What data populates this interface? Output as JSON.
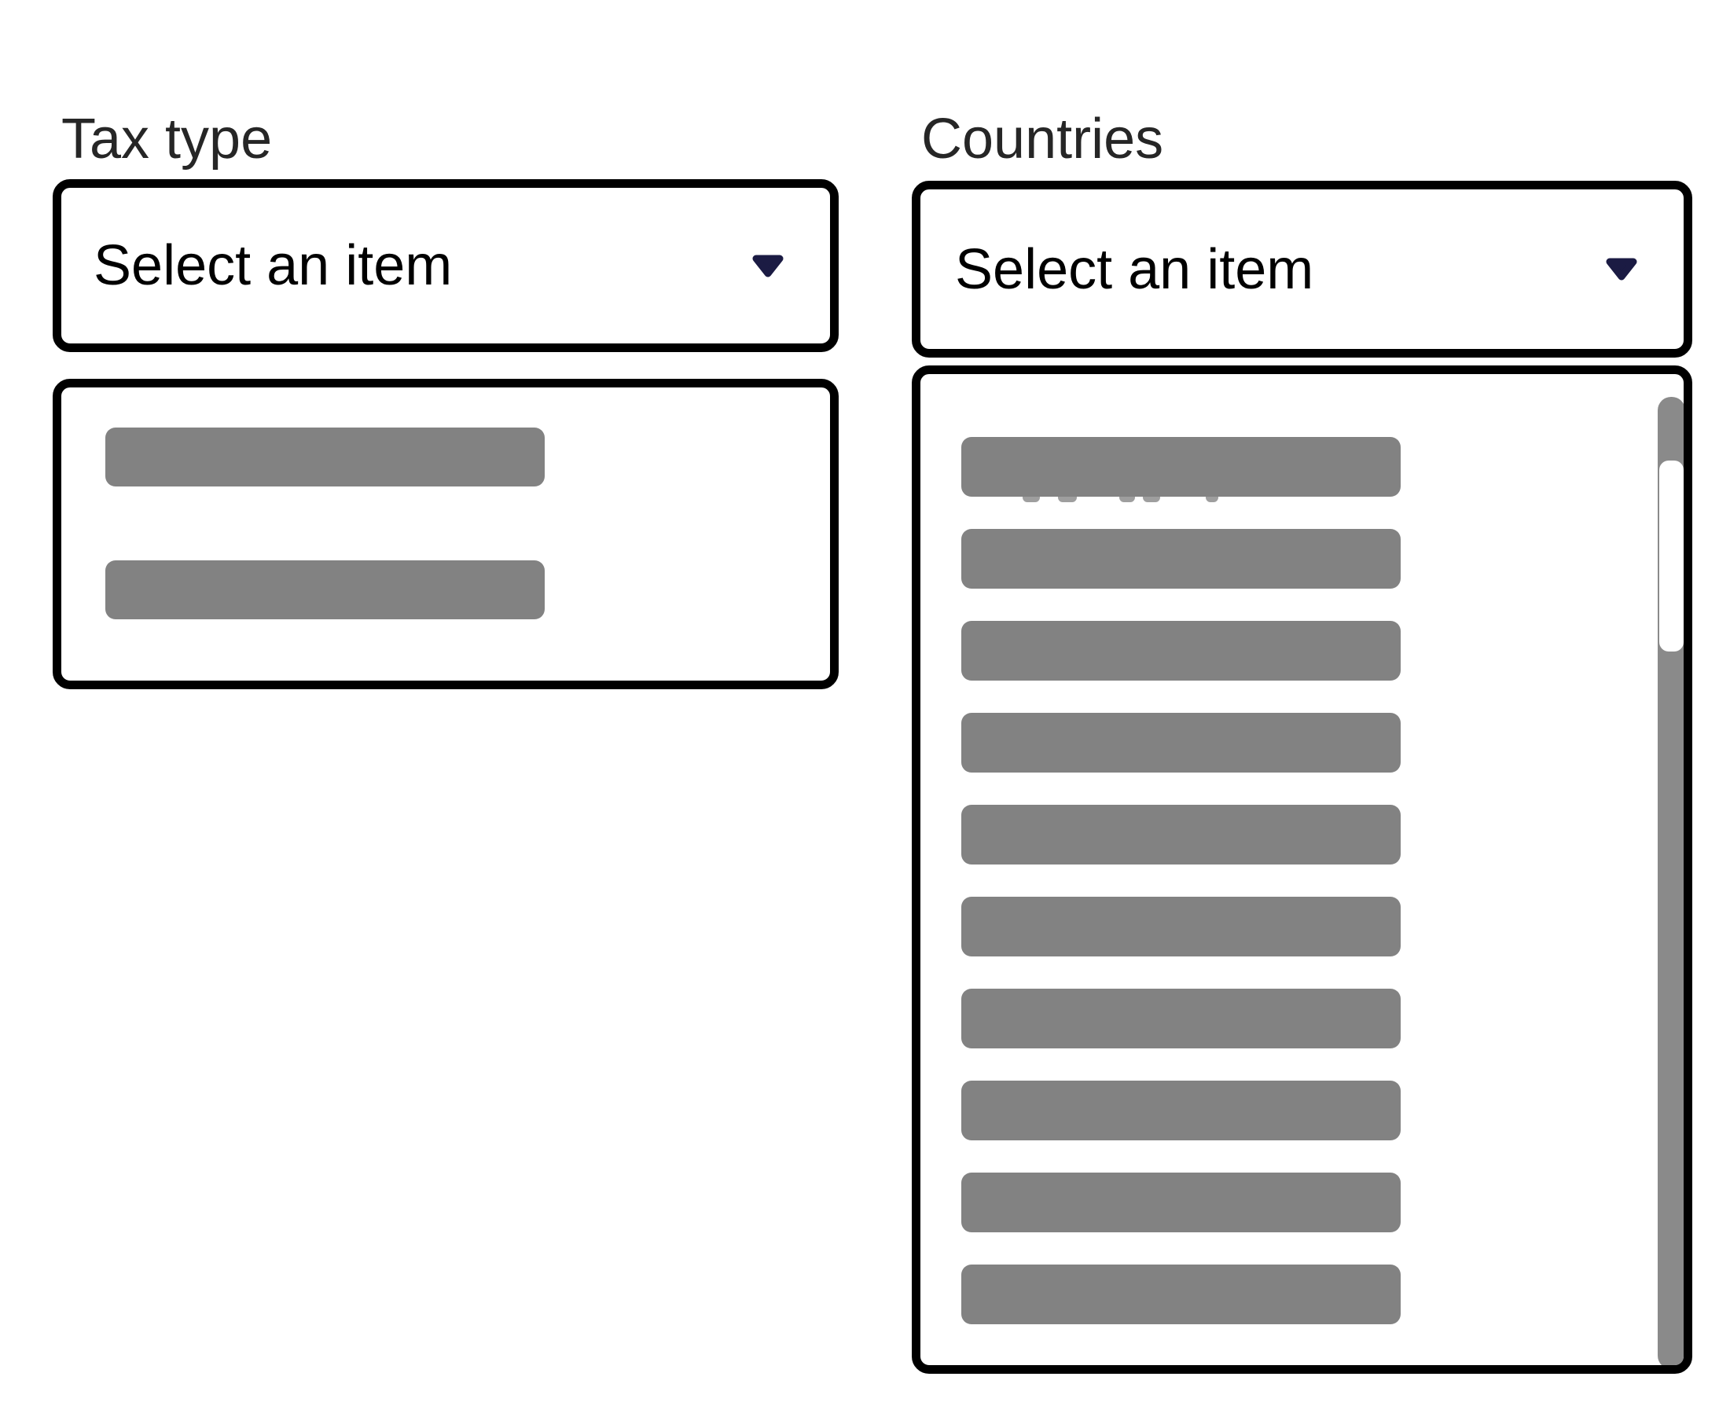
{
  "page": {
    "background": "#ffffff"
  },
  "colors": {
    "page_background": "#ffffff",
    "box_border": "#000000",
    "label_text": "#262626",
    "select_text": "#000000",
    "accent_caret": "#1b1b43",
    "placeholder_bar": "#828282",
    "artifact_dash": "#9e9e9e",
    "scrollbar_track": "#8a8a8a",
    "scrollbar_thumb": "#ffffff"
  },
  "tax_type": {
    "label": "Tax type",
    "select": {
      "value": "Select an item",
      "icon": "chevron-down-icon",
      "expanded": false
    },
    "listbox": {
      "redacted_option_count": 2
    }
  },
  "countries": {
    "label": "Countries",
    "select": {
      "value": "Select an item",
      "icon": "chevron-down-icon",
      "expanded": false
    },
    "listbox": {
      "redacted_option_count": 10,
      "scrollbar": {
        "visible": true,
        "thumb_position": "upper"
      }
    }
  }
}
